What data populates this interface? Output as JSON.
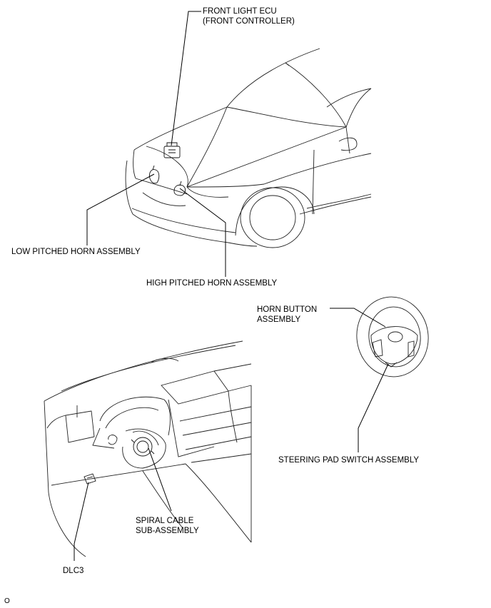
{
  "labels": {
    "front_light_ecu": "FRONT LIGHT ECU\n(FRONT CONTROLLER)",
    "low_horn": "LOW PITCHED HORN ASSEMBLY",
    "high_horn": "HIGH PITCHED HORN ASSEMBLY",
    "horn_button": "HORN BUTTON\nASSEMBLY",
    "steering_pad": "STEERING PAD SWITCH ASSEMBLY",
    "spiral_cable": "SPIRAL CABLE\nSUB-ASSEMBLY",
    "dlc3": "DLC3",
    "figure_code": "O"
  }
}
